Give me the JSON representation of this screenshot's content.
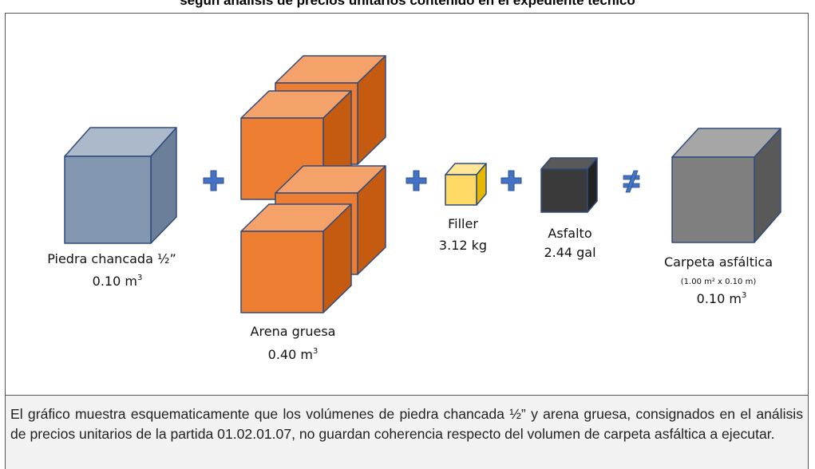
{
  "title": "según análisis de precios unitarios contenido en el expediente técnico",
  "items": {
    "piedra": {
      "name": "Piedra chancada ½”",
      "qty": "0.10 m",
      "sup": "3",
      "color": "#8497b0"
    },
    "arena": {
      "name": "Arena gruesa",
      "qty": "0.40 m",
      "sup": "3",
      "color": "#ed7d31"
    },
    "filler": {
      "name": "Filler",
      "qty": "3.12 kg",
      "color": "#ffd966"
    },
    "asfalto": {
      "name": "Asfalto",
      "qty": "2.44 gal",
      "color": "#3a3a3a"
    },
    "carpeta": {
      "name": "Carpeta asfáltica",
      "dims": "(1.00 m² x 0.10 m)",
      "qty": "0.10 m",
      "sup": "3",
      "color": "#7f7f7f"
    }
  },
  "operators": {
    "plus_color": "#4472c4"
  },
  "footer_text": "El gráfico muestra esquematicamente que los volúmenes de piedra chancada ½” y arena gruesa, consignados en el análisis de precios unitarios de la partida 01.02.01.07, no guardan coherencia respecto del volumen de carpeta asfáltica a ejecutar."
}
